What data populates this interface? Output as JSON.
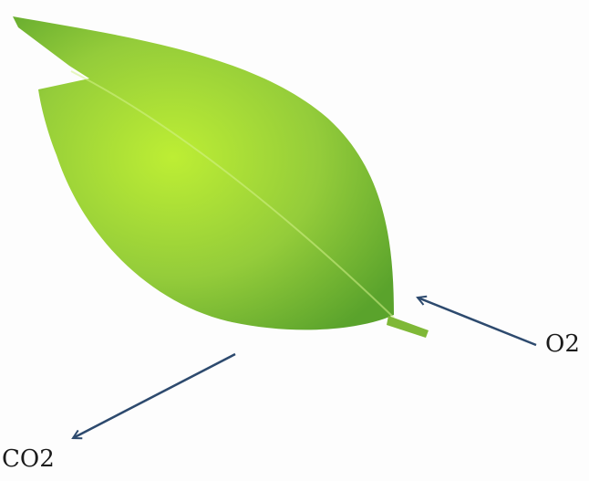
{
  "diagram": {
    "labels": {
      "oxygen": "O2",
      "carbon_dioxide": "CO2"
    },
    "colors": {
      "leaf_light": "#b6e830",
      "leaf_mid": "#8cc63a",
      "leaf_dark": "#4c9a2a",
      "arrow": "#2d4a6e",
      "text": "#1b1b1b"
    },
    "icons": {
      "leaf": "leaf-illustration",
      "arrow_in": "arrow-into-leaf",
      "arrow_out": "arrow-out-of-leaf"
    }
  }
}
